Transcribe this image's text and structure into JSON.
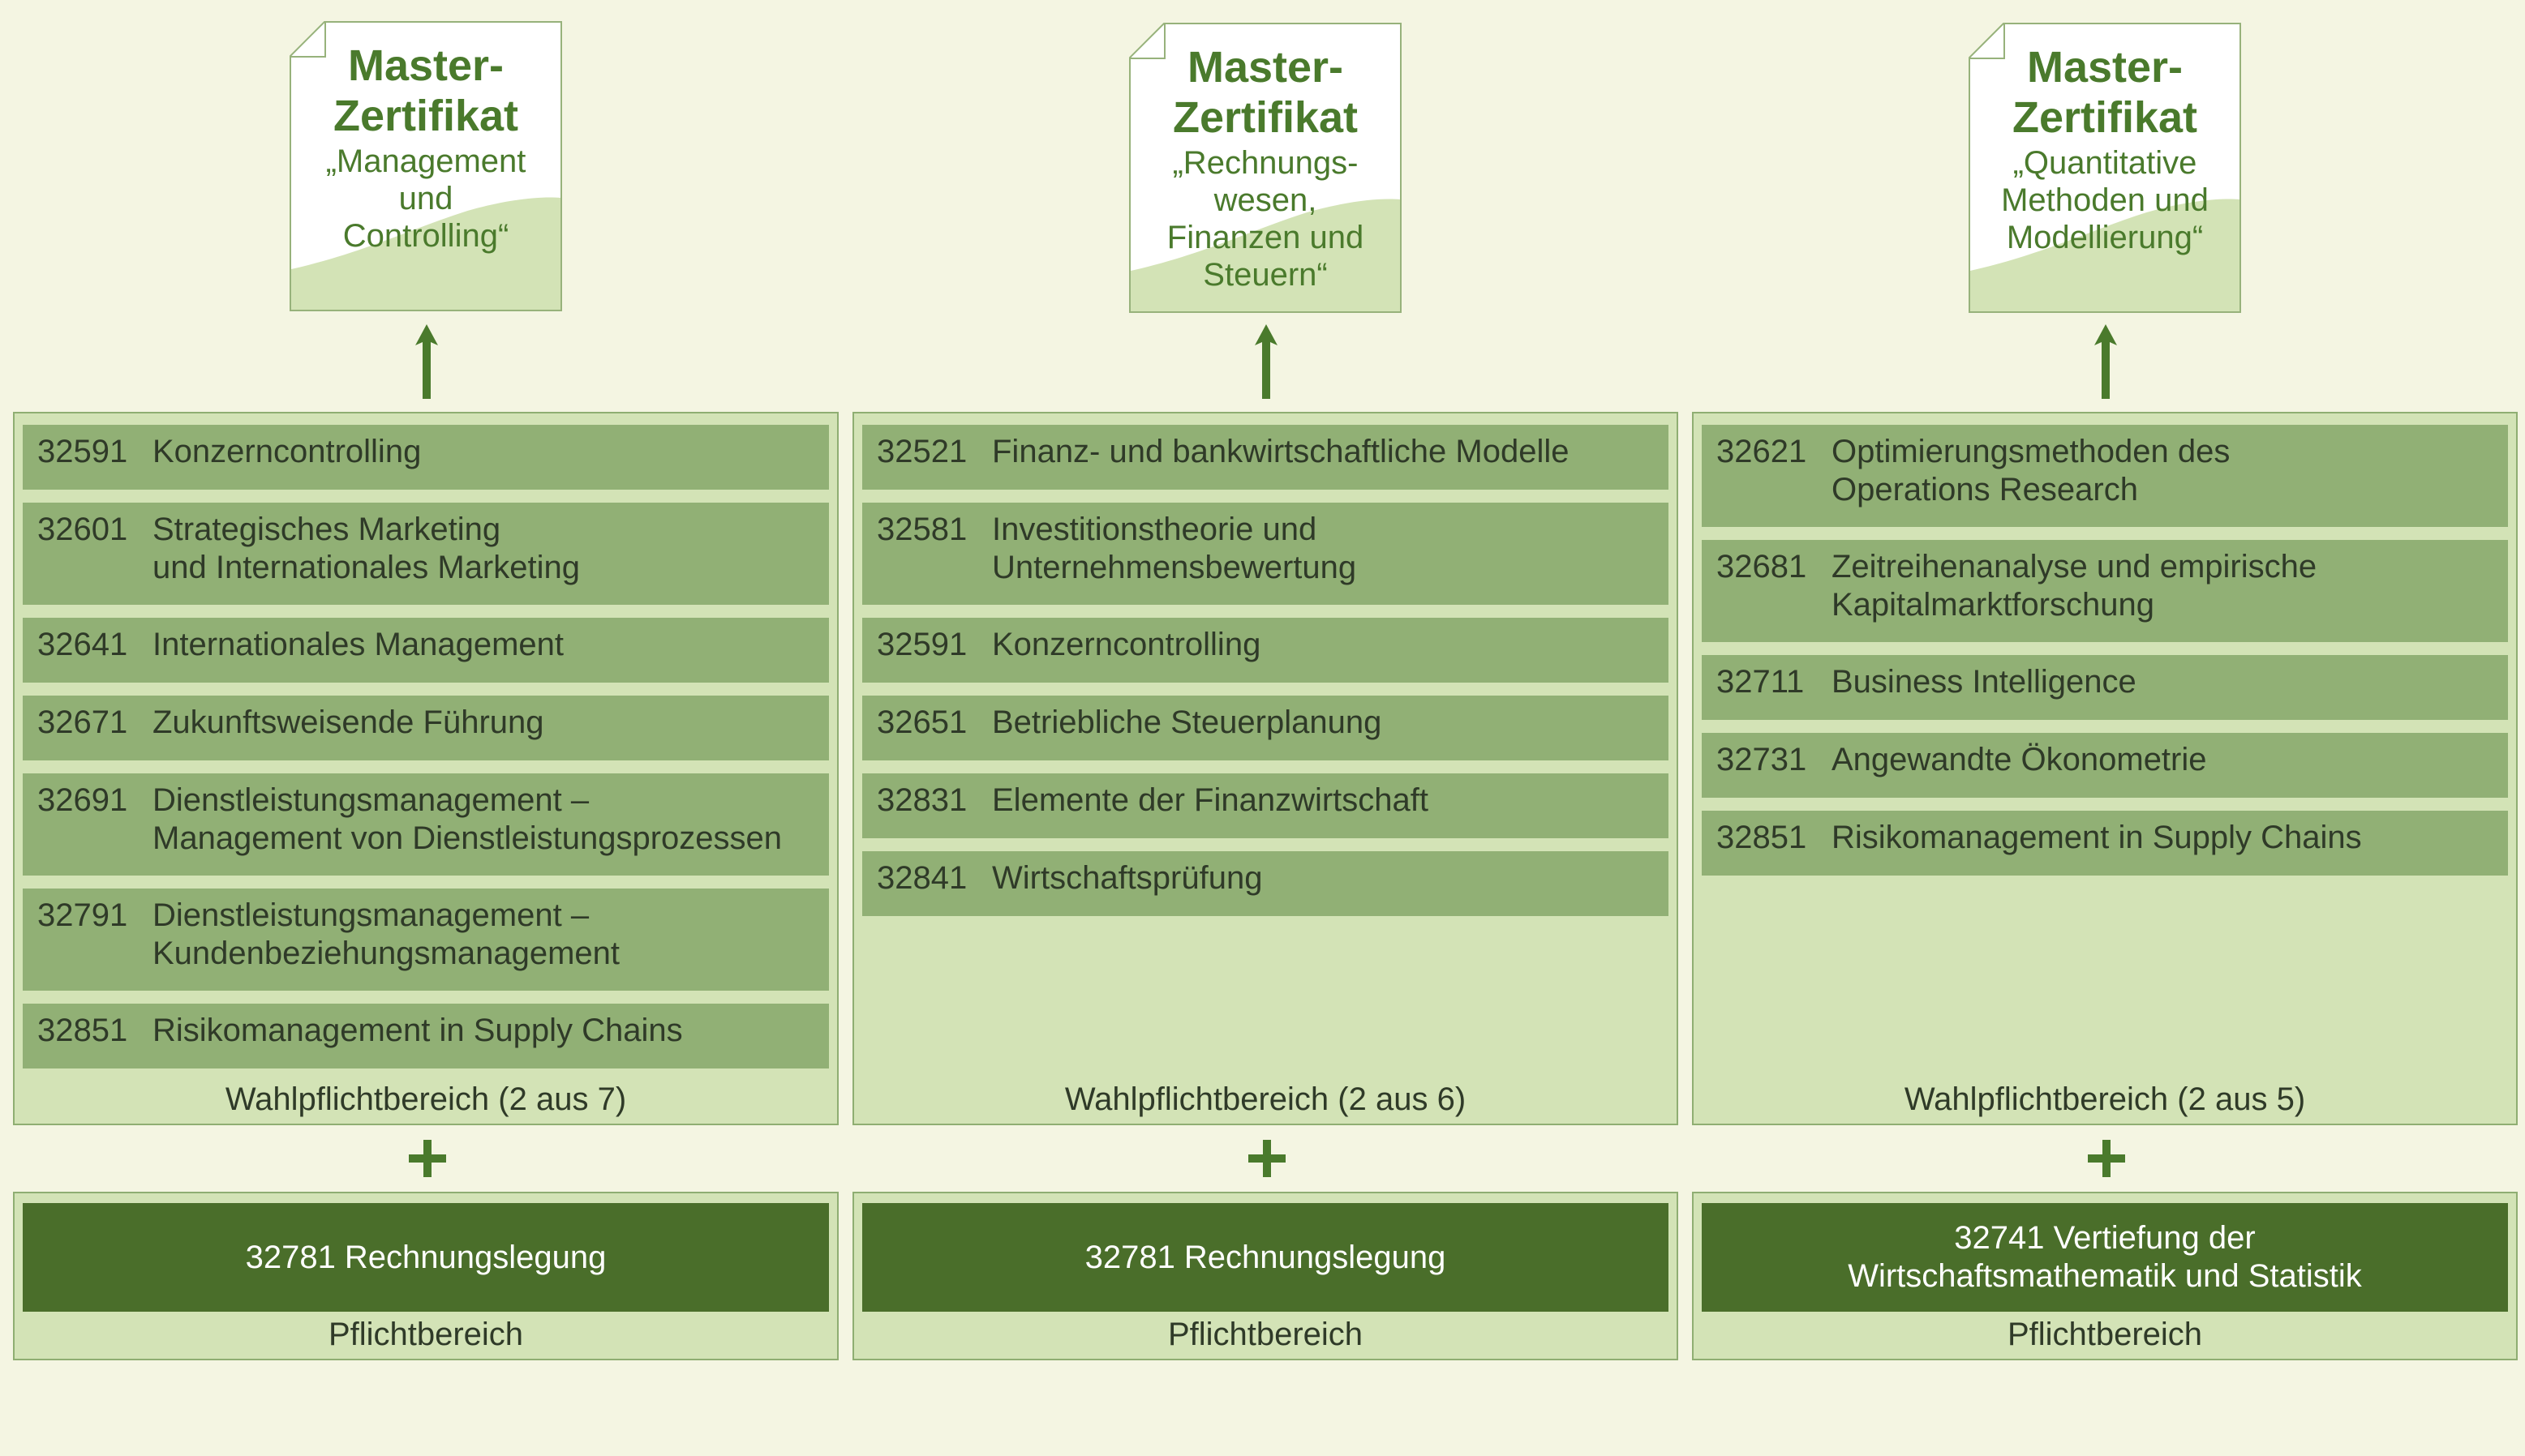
{
  "colors": {
    "background": "#f4f5e2",
    "panel": "#d3e3b6",
    "module": "#91b075",
    "mandatory": "#4a6e2a",
    "accent_green": "#4a7a2c"
  },
  "columns": [
    {
      "cert_title_1": "Master-",
      "cert_title_2": "Zertifikat",
      "cert_subtitle": "„Management\nund\nControlling“",
      "modules": [
        {
          "num": "32591",
          "title": "Konzerncontrolling"
        },
        {
          "num": "32601",
          "title": "Strategisches Marketing\nund Internationales Marketing"
        },
        {
          "num": "32641",
          "title": "Internationales Management"
        },
        {
          "num": "32671",
          "title": "Zukunftsweisende Führung"
        },
        {
          "num": "32691",
          "title": "Dienstleistungsmanagement –\nManagement von Dienstleistungsprozessen"
        },
        {
          "num": "32791",
          "title": "Dienstleistungsmanagement –\nKundenbeziehungsmanagement"
        },
        {
          "num": "32851",
          "title": "Risikomanagement in Supply Chains"
        }
      ],
      "elective_label": "Wahlpflichtbereich (2 aus 7)",
      "mandatory_module": "32781 Rechnungslegung",
      "mandatory_label": "Pflichtbereich"
    },
    {
      "cert_title_1": "Master-",
      "cert_title_2": "Zertifikat",
      "cert_subtitle": "„Rechnungs-\nwesen,\nFinanzen und\nSteuern“",
      "modules": [
        {
          "num": "32521",
          "title": "Finanz- und bankwirtschaftliche Modelle"
        },
        {
          "num": "32581",
          "title": "Investitionstheorie und\nUnternehmensbewertung"
        },
        {
          "num": "32591",
          "title": "Konzerncontrolling"
        },
        {
          "num": "32651",
          "title": "Betriebliche Steuerplanung"
        },
        {
          "num": "32831",
          "title": "Elemente der Finanzwirtschaft"
        },
        {
          "num": "32841",
          "title": "Wirtschaftsprüfung"
        }
      ],
      "elective_label": "Wahlpflichtbereich (2 aus 6)",
      "mandatory_module": "32781 Rechnungslegung",
      "mandatory_label": "Pflichtbereich"
    },
    {
      "cert_title_1": "Master-",
      "cert_title_2": "Zertifikat",
      "cert_subtitle": "„Quantitative\nMethoden und\nModellierung“",
      "modules": [
        {
          "num": "32621",
          "title": "Optimierungsmethoden des\nOperations Research"
        },
        {
          "num": "32681",
          "title": "Zeitreihenanalyse und empirische\nKapitalmarktforschung"
        },
        {
          "num": "32711",
          "title": "Business Intelligence"
        },
        {
          "num": "32731",
          "title": "Angewandte Ökonometrie"
        },
        {
          "num": "32851",
          "title": "Risikomanagement in Supply Chains"
        }
      ],
      "elective_label": "Wahlpflichtbereich (2 aus 5)",
      "mandatory_module": "32741 Vertiefung der\nWirtschaftsmathematik und Statistik",
      "mandatory_label": "Pflichtbereich"
    }
  ]
}
